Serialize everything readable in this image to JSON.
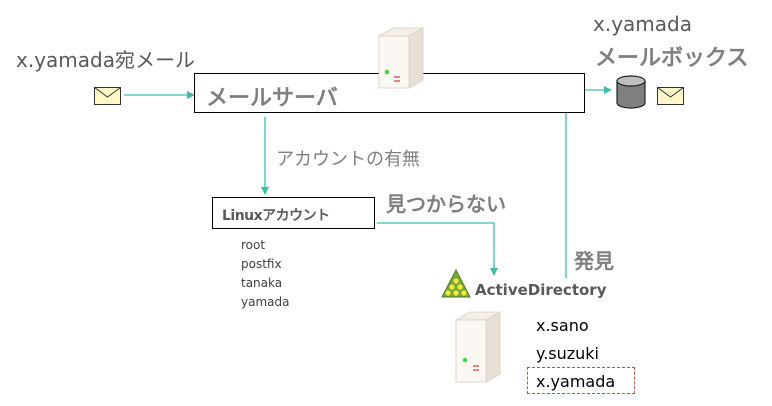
{
  "incoming_mail": {
    "label": "x.yamada宛メール",
    "icon": "envelope-icon"
  },
  "mailbox": {
    "user": "x.yamada",
    "label": "メールボックス",
    "icons": [
      "database-icon",
      "envelope-icon"
    ]
  },
  "mail_server": {
    "label": "メールサーバ",
    "icon": "server-icon"
  },
  "account_check_label": "アカウントの有無",
  "linux": {
    "label": "Linuxアカウント",
    "accounts": [
      "root",
      "postfix",
      "tanaka",
      "yamada"
    ]
  },
  "not_found_label": "見つからない",
  "found_label": "発見",
  "active_directory": {
    "label": "ActiveDirectory",
    "icon": "active-directory-icon",
    "server_icon": "server-icon",
    "accounts": [
      "x.sano",
      "y.suzuki",
      "x.yamada"
    ],
    "highlighted": "x.yamada"
  },
  "colors": {
    "arrow": "#3cbfa8",
    "highlight_border": "#c0504d",
    "ad_triangle": "#76a93a",
    "ad_dots": "#f2e93a"
  }
}
